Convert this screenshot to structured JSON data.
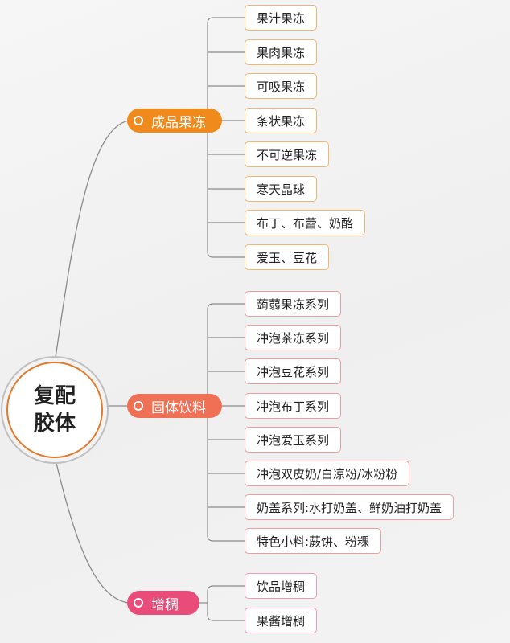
{
  "root": {
    "line1": "复配",
    "line2": "胶体"
  },
  "branches": [
    {
      "label": "成品果冻",
      "color": "#f08a1c",
      "items": [
        "果汁果冻",
        "果肉果冻",
        "可吸果冻",
        "条状果冻",
        "不可逆果冻",
        "寒天晶球",
        "布丁、布蕾、奶酪",
        "爱玉、豆花"
      ]
    },
    {
      "label": "固体饮料",
      "color": "#f07055",
      "items": [
        "蒟蒻果冻系列",
        "冲泡茶冻系列",
        "冲泡豆花系列",
        "冲泡布丁系列",
        "冲泡爱玉系列",
        "冲泡双皮奶/白凉粉/冰粉粉",
        "奶盖系列:水打奶盖、鲜奶油打奶盖",
        "特色小料:蕨饼、粉粿"
      ]
    },
    {
      "label": "增稠",
      "color": "#ea4c79",
      "items": [
        "饮品增稠",
        "果酱增稠"
      ]
    }
  ]
}
